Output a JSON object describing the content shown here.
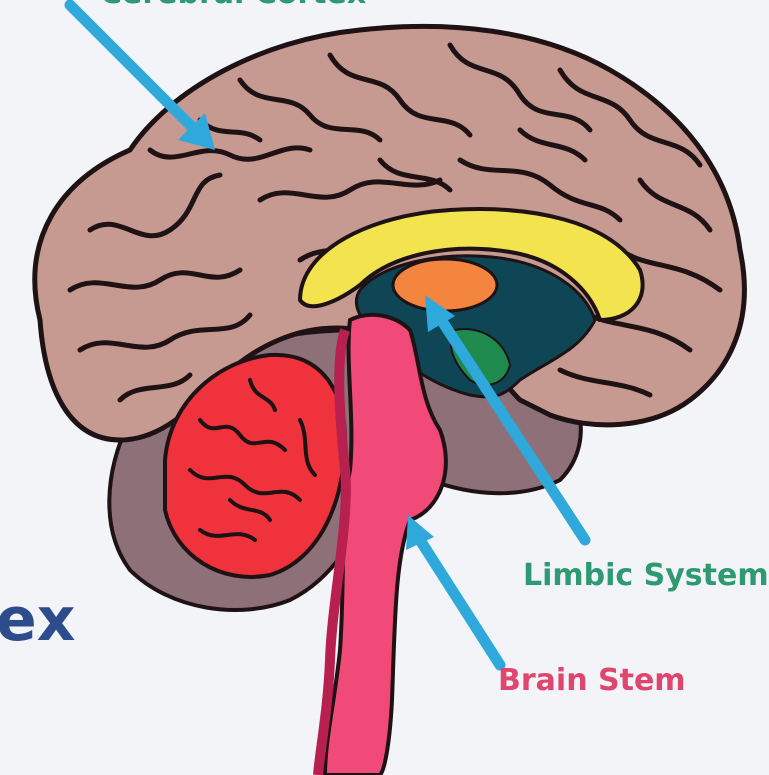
{
  "labels": {
    "top_cortex": "Cerebral Cortex",
    "limbic": "Limbic System",
    "brain_stem": "Brain Stem",
    "left_partial": "ex"
  },
  "colors": {
    "background": "#f3f4f8",
    "cortex": "#c69a90",
    "cortex_outline": "#1e1214",
    "cerebellum": "#f0323c",
    "brain_stem": "#f24a78",
    "limbic": "#f3e34f",
    "limbic_inner": "#0f4656",
    "thalamus": "#f3853f",
    "green": "#1e8a4e",
    "underside": "#8d7078",
    "arrow": "#2fa9dc",
    "label_limbic": "#2f9a72",
    "label_stem": "#e0456d",
    "label_left": "#2d4c8c"
  },
  "icons": [
    "arrow-icon"
  ]
}
